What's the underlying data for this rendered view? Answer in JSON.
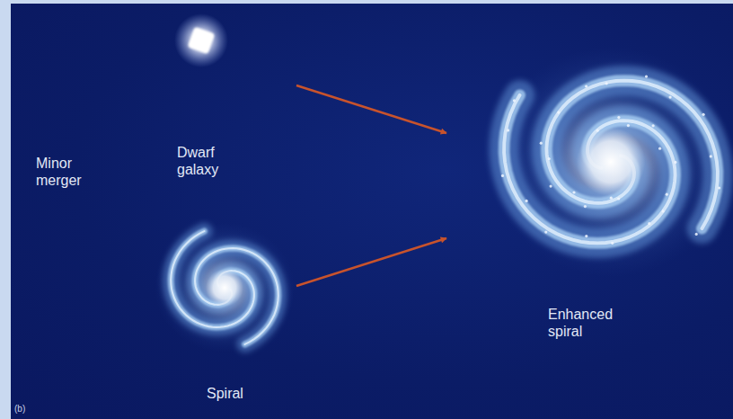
{
  "diagram": {
    "nodes": [
      {
        "text": [
          "Dwarf galaxy"
        ]
      },
      {
        "text": [
          "Spiral"
        ]
      },
      {
        "text": [
          "Enhanced spiral"
        ]
      }
    ],
    "edges": [
      {
        "from": 0,
        "to": 2,
        "arrow": "to"
      },
      {
        "from": 1,
        "to": 2,
        "arrow": "to"
      }
    ],
    "labels": [
      "Minor merger",
      "(b)"
    ]
  }
}
